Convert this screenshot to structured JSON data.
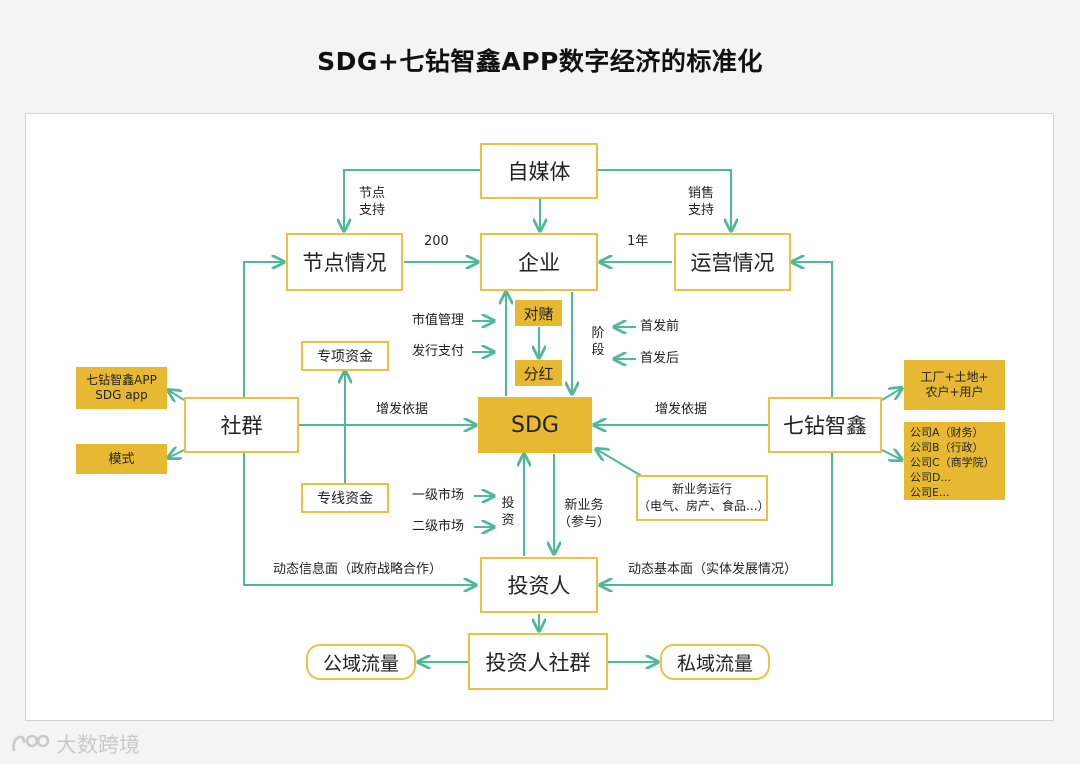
{
  "title": "SDG+七钻智鑫APP数字经济的标准化",
  "nodes": {
    "zimeiti": "自媒体",
    "qiye": "企业",
    "jiedian": "节点情况",
    "yunying": "运营情况",
    "sdg": "SDG",
    "duidu": "对赌",
    "fenhong": "分红",
    "shequn": "社群",
    "qizuan": "七钻智鑫",
    "zhuanxiang": "专项资金",
    "zhuanxian": "专线资金",
    "xinyewu_box": "新业务运行\n（电气、房产、食品...）",
    "touziren": "投资人",
    "touzishequn": "投资人社群",
    "gongyu": "公域流量",
    "siyu": "私域流量",
    "app_tag": "七钻智鑫APP\nSDG app",
    "moshi": "模式",
    "gongchang": "工厂+土地+\n农户+用户",
    "gongsi": "公司A（财务）\n公司B（行政）\n公司C（商学院）\n公司D...\n公司E..."
  },
  "labels": {
    "jiedian_zhichi": "节点\n支持",
    "xiaoshou_zhichi": "销售\n支持",
    "n200": "200",
    "yinian": "1年",
    "shizhi": "市值管理",
    "faxing": "发行支付",
    "jieduan": "阶\n段",
    "shoufaqian": "首发前",
    "shoufahou": "首发后",
    "zengfa_left": "增发依据",
    "zengfa_right": "增发依据",
    "yiji": "一级市场",
    "erji": "二级市场",
    "touzi": "投\n资",
    "xinyewu": "新业务\n（参与）",
    "dongtai_xinxi": "动态信息面（政府战略合作）",
    "dongtai_jiben": "动态基本面（实体发展情况）"
  },
  "watermark": "大数跨境",
  "colors": {
    "arrow": "#4fb89c",
    "border": "#e8c247",
    "fill": "#e7b932"
  }
}
